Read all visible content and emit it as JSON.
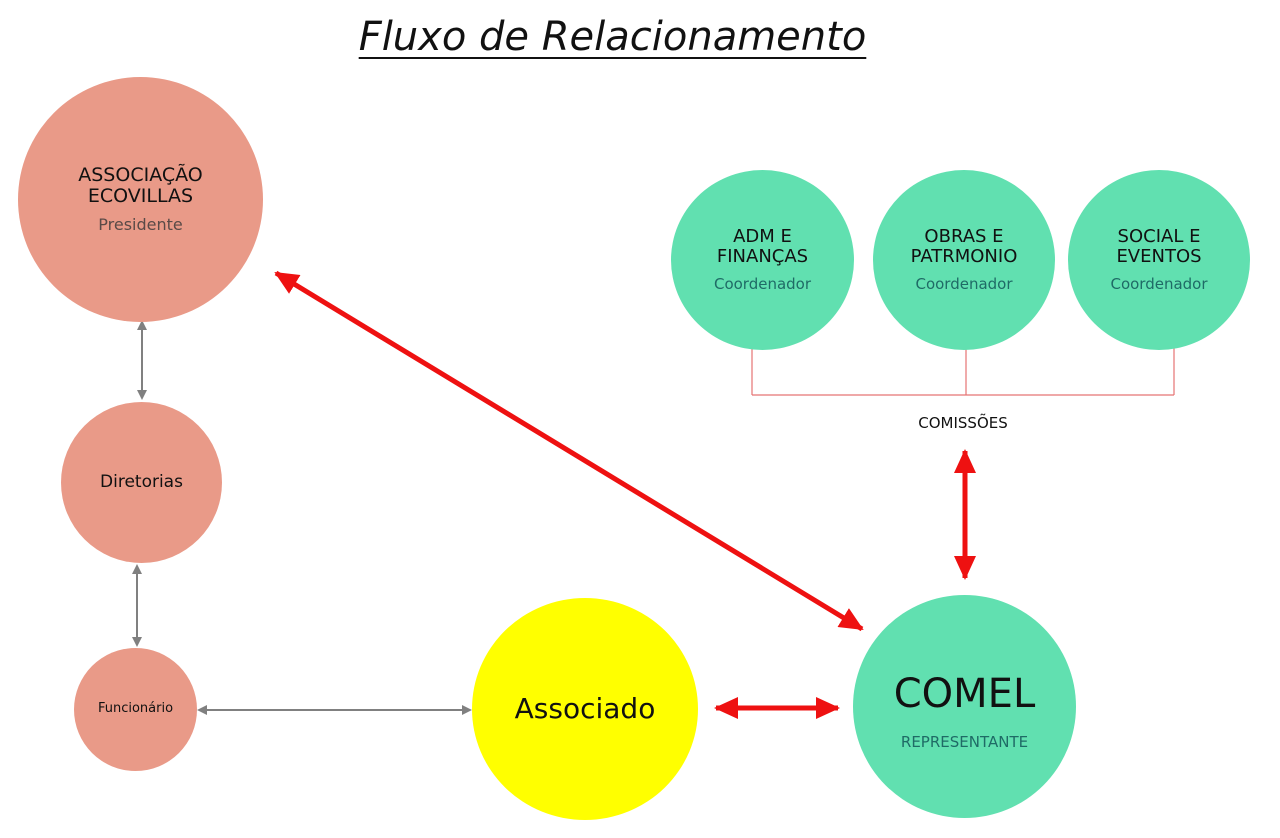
{
  "title": "Fluxo de Relacionamento",
  "colors": {
    "salmon": "#e99a88",
    "green": "#61e0b0",
    "yellow": "#ffff00",
    "red_arrow": "#ee1111",
    "gray_arrow": "#808080",
    "connector": "#e57373"
  },
  "nodes": {
    "associacao": {
      "title_line1": "ASSOCIAÇÃO",
      "title_line2": "ECOVILLAS",
      "subtitle": "Presidente"
    },
    "diretorias": {
      "title": "Diretorias"
    },
    "funcionario": {
      "title": "Funcionário"
    },
    "associado": {
      "title": "Associado"
    },
    "comel": {
      "title": "COMEL",
      "subtitle": "REPRESENTANTE"
    },
    "adm": {
      "title_line1": "ADM E",
      "title_line2": "FINANÇAS",
      "subtitle": "Coordenador"
    },
    "obras": {
      "title_line1": "OBRAS E",
      "title_line2": "PATRMONIO",
      "subtitle": "Coordenador"
    },
    "social": {
      "title_line1": "SOCIAL E",
      "title_line2": "EVENTOS",
      "subtitle": "Coordenador"
    }
  },
  "comissoes_label": "COMISSÕES"
}
